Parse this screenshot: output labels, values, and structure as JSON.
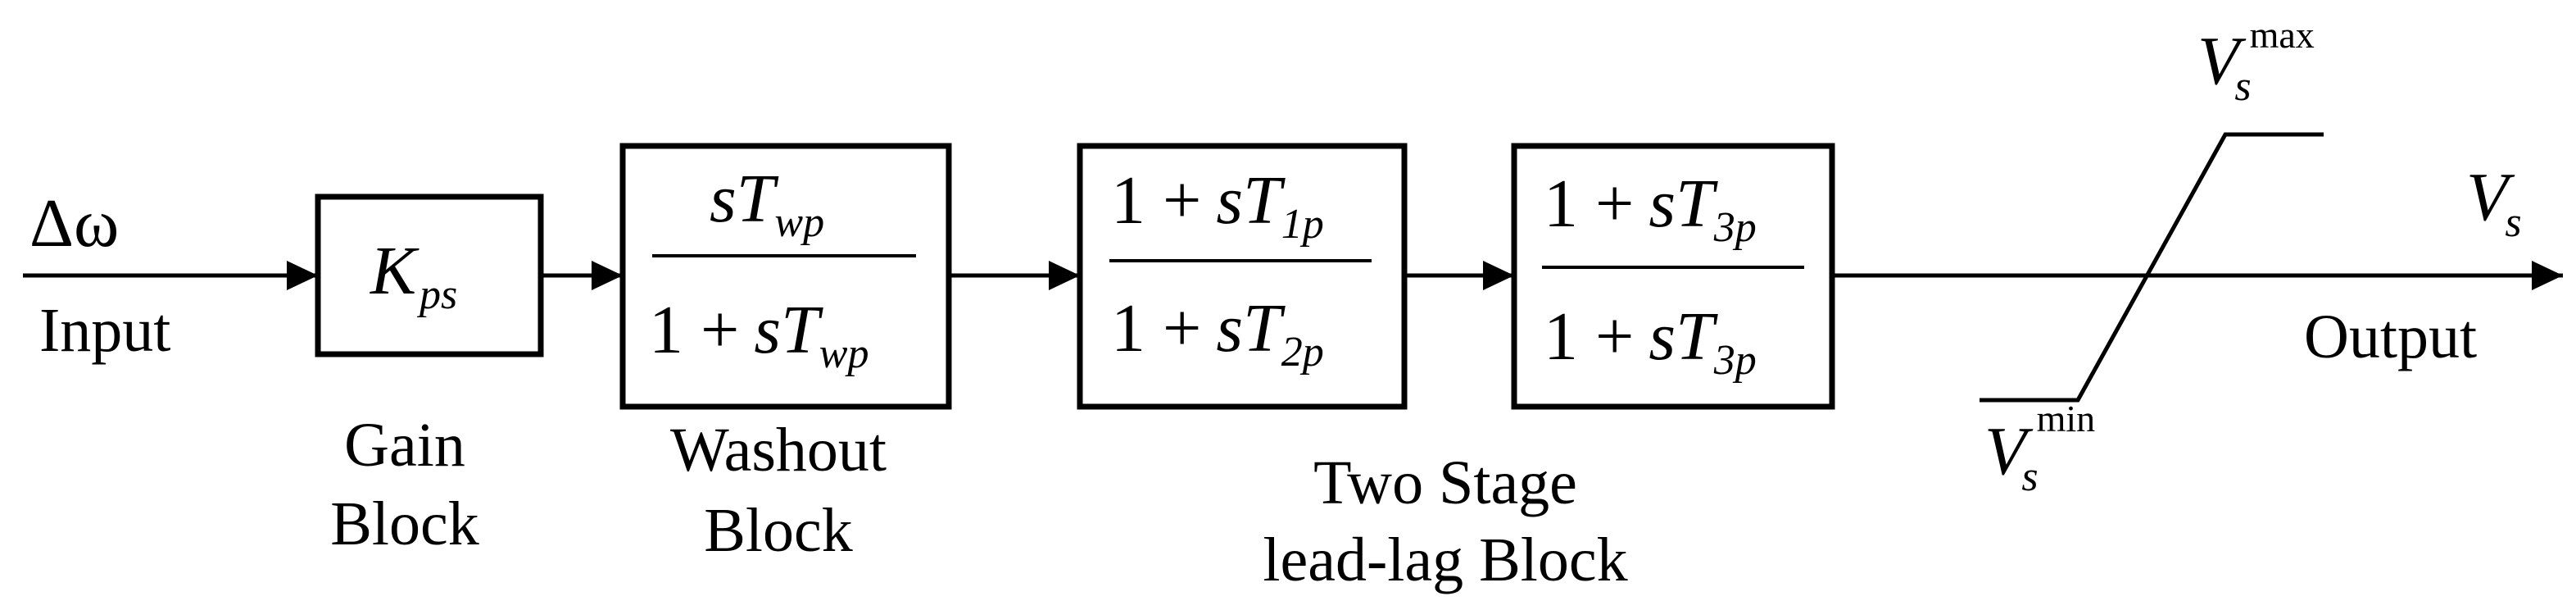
{
  "input": {
    "symbol": "Δω",
    "label": "Input"
  },
  "output": {
    "symbol": "V",
    "symbol_sub": "s",
    "label": "Output"
  },
  "gain_block": {
    "symbol": "K",
    "symbol_sub": "ps",
    "caption_line1": "Gain",
    "caption_line2": "Block"
  },
  "washout_block": {
    "num_s": "s",
    "num_T": "T",
    "num_sub": "wp",
    "den_1": "1 +",
    "den_s": "s",
    "den_T": "T",
    "den_sub": "wp",
    "caption_line1": "Washout",
    "caption_line2": "Block"
  },
  "leadlag_block_1": {
    "num_1": "1 +",
    "num_s": "s",
    "num_T": "T",
    "num_sub": "1p",
    "den_1": "1 +",
    "den_s": "s",
    "den_T": "T",
    "den_sub": "2p"
  },
  "leadlag_block_2": {
    "num_1": "1 +",
    "num_s": "s",
    "num_T": "T",
    "num_sub": "3p",
    "den_1": "1 +",
    "den_s": "s",
    "den_T": "T",
    "den_sub": "3p"
  },
  "leadlag_caption": {
    "line1": "Two Stage",
    "line2": "lead-lag Block"
  },
  "limiter": {
    "max_symbol": "V",
    "max_sub": "s",
    "max_sup": "max",
    "min_symbol": "V",
    "min_sub": "s",
    "min_sup": "min"
  }
}
